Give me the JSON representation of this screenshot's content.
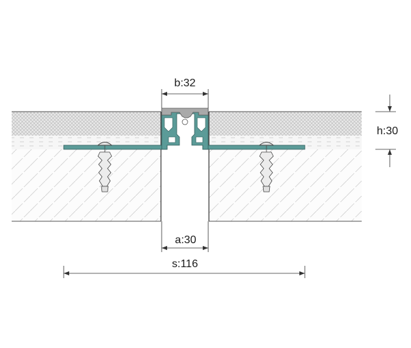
{
  "diagram": {
    "dimensions": {
      "b": "b:32",
      "h": "h:30",
      "a": "a:30",
      "s": "s:116"
    },
    "colors": {
      "profile_teal": "#5b9b98",
      "profile_grey": "#a9a9a9",
      "tile_fill": "#e6e6e6",
      "bed_fill": "#f5f5f5",
      "substrate_fill": "#fbfbfb",
      "line": "#333333"
    }
  }
}
